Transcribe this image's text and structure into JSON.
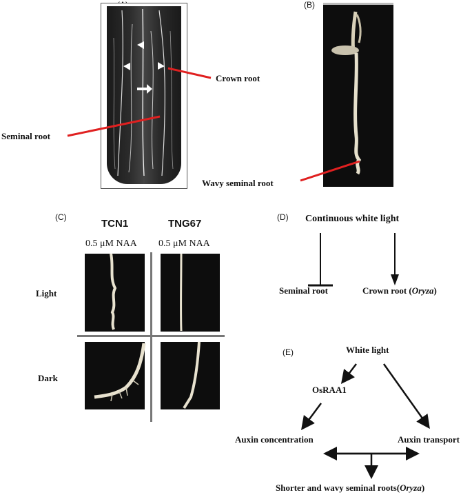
{
  "panels": {
    "a": {
      "letter": "(A)",
      "crown_root": "Crown root",
      "seminal_root": "Seminal root"
    },
    "b": {
      "letter": "(B)",
      "wavy_seminal_root": "Wavy seminal root"
    },
    "c": {
      "letter": "(C)",
      "col1_header": "TCN1",
      "col2_header": "TNG67",
      "col1_treatment": "0.5 μM NAA",
      "col2_treatment": "0.5 μM NAA",
      "row1": "Light",
      "row2": "Dark"
    },
    "d": {
      "letter": "(D)",
      "top": "Continuous white light",
      "left": "Seminal root",
      "right_prefix": "Crown root (",
      "right_italic": "Oryza",
      "right_suffix": ")"
    },
    "e": {
      "letter": "(E)",
      "top": "White light",
      "gene": "OsRAA1",
      "auxin_conc": "Auxin concentration",
      "auxin_transport": "Auxin transport",
      "outcome_prefix": "Shorter and wavy seminal roots(",
      "outcome_italic": "Oryza",
      "outcome_suffix": ")"
    }
  },
  "colors": {
    "arrow_red": "#e02020",
    "ink": "#111111",
    "photo_bg": "#0d0d0d"
  }
}
